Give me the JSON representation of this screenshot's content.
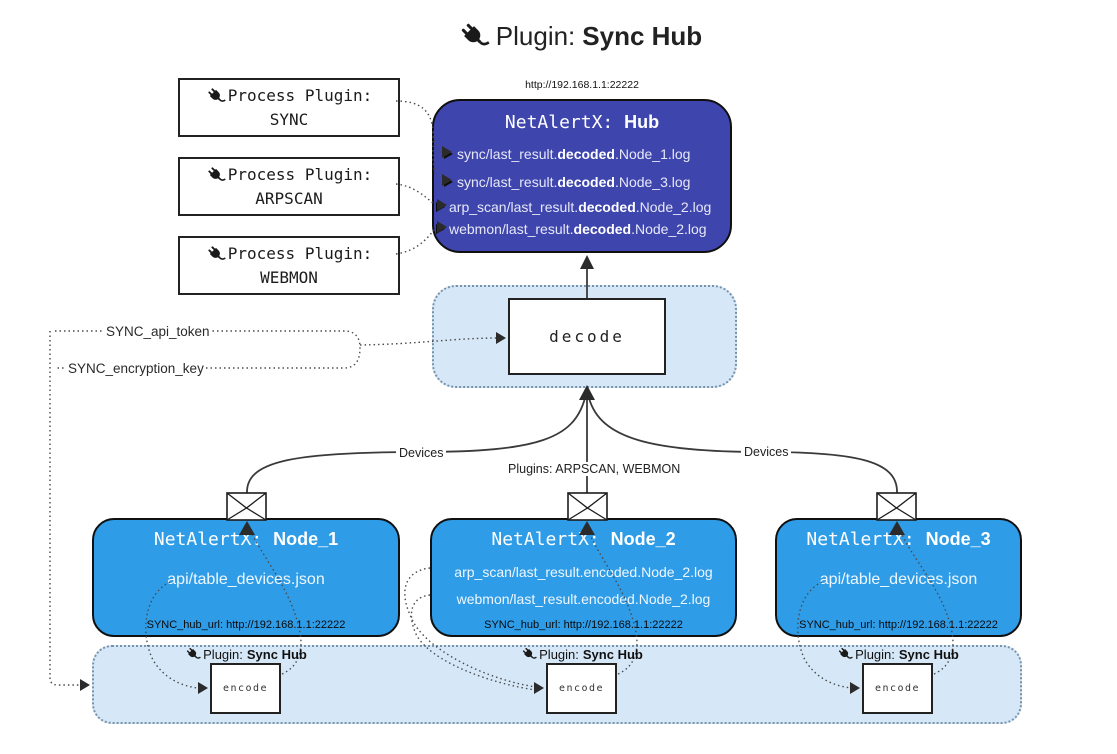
{
  "title": {
    "label": "Plugin:",
    "label_bold": "Sync Hub"
  },
  "colors": {
    "hub_bg": "#3e46ae",
    "node_bg": "#2f9ce8",
    "band_bg": "#d6e8f8",
    "band_border": "#7792ab",
    "line": "#3a3a3a",
    "hub_text": "#e7e8f7"
  },
  "process_plugins": [
    {
      "line1": "Process Plugin:",
      "line2": "SYNC"
    },
    {
      "line1": "Process Plugin:",
      "line2": "ARPSCAN"
    },
    {
      "line1": "Process Plugin:",
      "line2": "WEBMON"
    }
  ],
  "hub": {
    "url": "http://192.168.1.1:22222",
    "name": "NetAlertX:",
    "name_bold": "Hub",
    "logs": [
      {
        "pre": "sync/last_result.",
        "bold": "decoded",
        "post": ".Node_1.log"
      },
      {
        "pre": "sync/last_result.",
        "bold": "decoded",
        "post": ".Node_3.log"
      },
      {
        "pre": "arp_scan/last_result.",
        "bold": "decoded",
        "post": ".Node_2.log"
      },
      {
        "pre": "webmon/last_result.",
        "bold": "decoded",
        "post": ".Node_2.log"
      }
    ]
  },
  "decode_box": {
    "label": "decode"
  },
  "settings_labels": {
    "api_token": "SYNC_api_token",
    "encryption_key": "SYNC_encryption_key"
  },
  "edge_labels": {
    "devices_left": "Devices",
    "plugins_center": "Plugins: ARPSCAN, WEBMON",
    "devices_right": "Devices"
  },
  "nodes": [
    {
      "name": "NetAlertX:",
      "name_bold": "Node_1",
      "files": [
        "api/table_devices.json"
      ],
      "hub_url": "SYNC_hub_url: http://192.168.1.1:22222"
    },
    {
      "name": "NetAlertX:",
      "name_bold": "Node_2",
      "files": [
        "arp_scan/last_result.encoded.Node_2.log",
        "webmon/last_result.encoded.Node_2.log"
      ],
      "hub_url": "SYNC_hub_url: http://192.168.1.1:22222"
    },
    {
      "name": "NetAlertX:",
      "name_bold": "Node_3",
      "files": [
        "api/table_devices.json"
      ],
      "hub_url": "SYNC_hub_url: http://192.168.1.1:22222"
    }
  ],
  "encode_band": {
    "plugin_label": "Plugin:",
    "plugin_label_bold": "Sync Hub",
    "encode_label": "encode"
  }
}
